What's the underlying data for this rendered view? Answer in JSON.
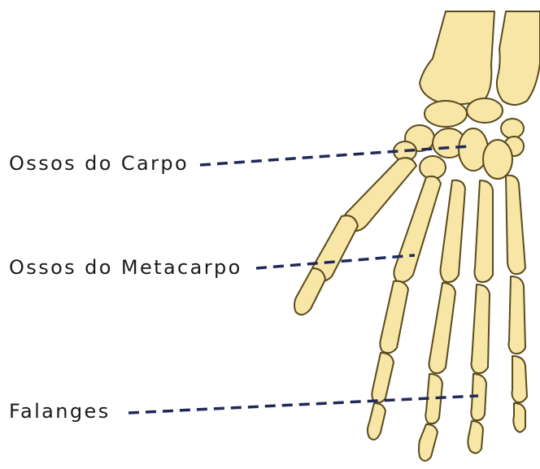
{
  "labels": {
    "carpo": "Ossos do Carpo",
    "metacarpo": "Ossos do Metacarpo",
    "falanges": "Falanges"
  },
  "colors": {
    "bone_fill": "#f7e6a6",
    "bone_outline": "#5a4a1c",
    "bone_shadow": "#e6cf7c",
    "leader_line": "#1f2a5a",
    "text": "#1a1a1a",
    "background": "#ffffff"
  }
}
